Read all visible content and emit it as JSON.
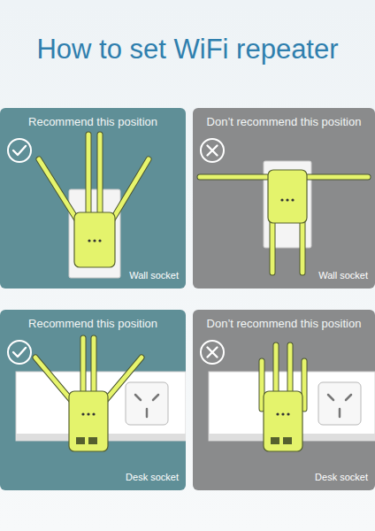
{
  "diagram": {
    "title": "How to set WiFi repeater",
    "nodes": [
      {
        "text": [
          "Recommend this position",
          "Wall socket"
        ]
      },
      {
        "text": [
          "Don’t recommend this position",
          "Wall socket"
        ]
      },
      {
        "text": [
          "Recommend this position",
          "Desk socket"
        ]
      },
      {
        "text": [
          "Don’t recommend this position",
          "Desk socket"
        ]
      }
    ]
  }
}
